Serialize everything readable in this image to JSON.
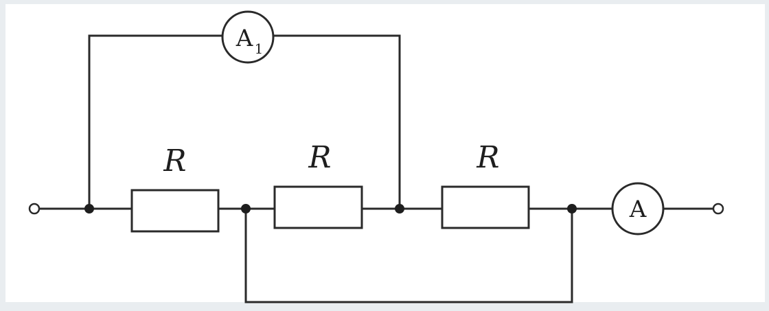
{
  "resistors": [
    {
      "label": "R"
    },
    {
      "label": "R"
    },
    {
      "label": "R"
    }
  ],
  "meters": {
    "top": {
      "symbol": "A",
      "subscript": "1"
    },
    "main": {
      "symbol": "A"
    }
  }
}
